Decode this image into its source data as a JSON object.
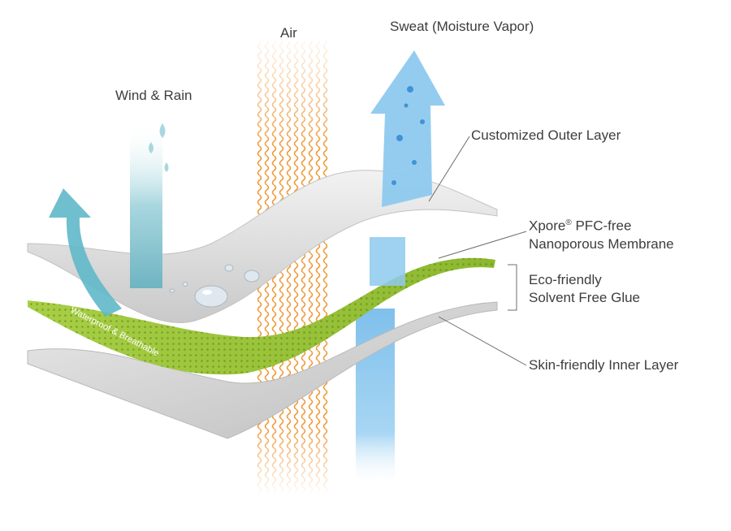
{
  "labels": {
    "wind_rain": "Wind & Rain",
    "air": "Air",
    "sweat": "Sweat (Moisture Vapor)",
    "outer_layer": "Customized Outer Layer",
    "membrane_line1_brand": "Xpore",
    "membrane_line1_mark": "®",
    "membrane_line1_rest": " PFC-free",
    "membrane_line2": "Nanoporous Membrane",
    "glue_line1": "Eco-friendly",
    "glue_line2": "Solvent Free Glue",
    "inner_layer": "Skin-friendly Inner Layer",
    "membrane_ribbon": "Waterproof & Breathable"
  },
  "colors": {
    "outer_layer": "#d9d9d9",
    "membrane": "#9bc43a",
    "inner_layer": "#cfcfcf",
    "air": "#f0a040",
    "sweat": "#8ec9ef",
    "wind_arrow": "#5fb8c9",
    "text": "#3d3d3d",
    "leader_line": "#6d6d6d"
  }
}
